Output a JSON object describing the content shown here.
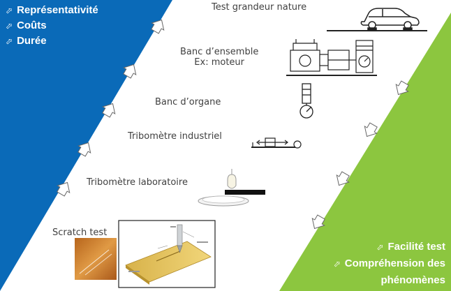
{
  "left_panel": {
    "color": "#0a6ab8",
    "items": [
      {
        "icon": "arrow-up-right-icon",
        "label": "Représentativité"
      },
      {
        "icon": "arrow-up-right-icon",
        "label": "Coûts"
      },
      {
        "icon": "arrow-up-right-icon",
        "label": "Durée"
      }
    ]
  },
  "right_panel": {
    "color": "#8cc63f",
    "items": [
      {
        "icon": "arrow-up-right-icon",
        "label": "Facilité test"
      },
      {
        "icon": "arrow-up-right-icon",
        "label": "Compréhension des"
      },
      {
        "icon": "",
        "label": "phénomènes"
      }
    ]
  },
  "levels": {
    "level1": {
      "line1": "Test grandeur nature"
    },
    "level2": {
      "line1": "Banc d’ensemble",
      "line2": "Ex: moteur"
    },
    "level3": {
      "line1": "Banc d’organe"
    },
    "level4": {
      "line1": "Tribomètre industriel"
    },
    "level5": {
      "line1": "Tribomètre laboratoire"
    },
    "level6": {
      "line1": "Scratch test"
    }
  },
  "scale_arrow_icon": "hollow-up-arrow-icon"
}
